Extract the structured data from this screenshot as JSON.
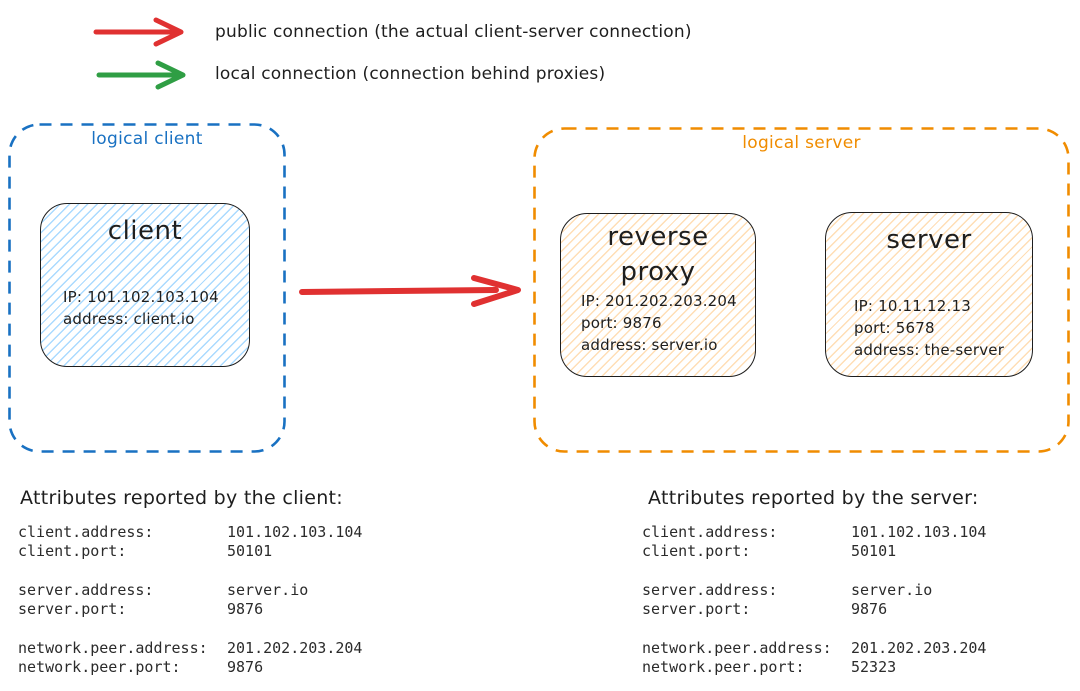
{
  "palette": {
    "red": "#e03131",
    "green": "#2f9e44",
    "blue": "#1971c2",
    "orange": "#f08c00",
    "ink": "#1e1e1e",
    "client_fill": "#a5d8ff",
    "server_fill": "#ffd8a8"
  },
  "legend": {
    "public": {
      "label": "public connection (the actual client-server connection)",
      "color": "#e03131"
    },
    "local": {
      "label": "local connection (connection behind proxies)",
      "color": "#2f9e44"
    }
  },
  "logical_client": {
    "label": "logical client",
    "client_node": {
      "title": "client",
      "lines": [
        "IP: 101.102.103.104",
        "address: client.io"
      ]
    }
  },
  "logical_server": {
    "label": "logical server",
    "reverse_proxy_node": {
      "title": "reverse proxy",
      "lines": [
        "IP: 201.202.203.204",
        "port: 9876",
        "address: server.io"
      ]
    },
    "server_node": {
      "title": "server",
      "lines": [
        "IP: 10.11.12.13",
        "port: 5678",
        "address: the-server"
      ]
    }
  },
  "client_attributes": {
    "title": "Attributes reported by the client:",
    "rows": [
      {
        "key": "client.address:",
        "value": "101.102.103.104"
      },
      {
        "key": "client.port:",
        "value": "50101"
      },
      {
        "key": "server.address:",
        "value": "server.io"
      },
      {
        "key": "server.port:",
        "value": "9876"
      },
      {
        "key": "network.peer.address:",
        "value": "201.202.203.204"
      },
      {
        "key": "network.peer.port:",
        "value": "9876"
      }
    ]
  },
  "server_attributes": {
    "title": "Attributes reported by the server:",
    "rows": [
      {
        "key": "client.address:",
        "value": "101.102.103.104"
      },
      {
        "key": "client.port:",
        "value": "50101"
      },
      {
        "key": "server.address:",
        "value": "server.io"
      },
      {
        "key": "server.port:",
        "value": "9876"
      },
      {
        "key": "network.peer.address:",
        "value": "201.202.203.204"
      },
      {
        "key": "network.peer.port:",
        "value": "52323"
      }
    ]
  }
}
